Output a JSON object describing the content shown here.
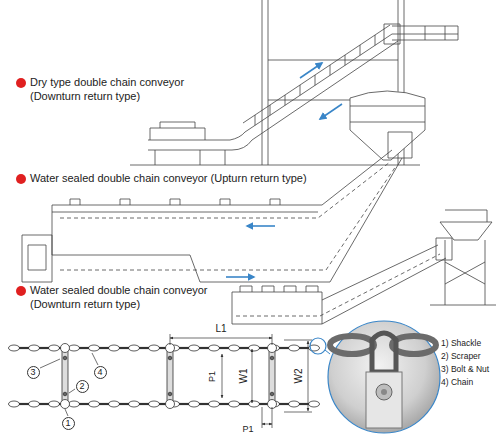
{
  "diagram": {
    "nodes": [
      {
        "text": [
          "3"
        ]
      },
      {
        "text": [
          "4"
        ]
      },
      {
        "text": [
          "2"
        ]
      },
      {
        "text": [
          "1"
        ]
      }
    ],
    "labels": [
      "Dry type double chain conveyor",
      "(Downturn return type)",
      "Water sealed double chain conveyor (Upturn return type)",
      "Water sealed double chain conveyor",
      "(Downturn return type)",
      "L1",
      "P1",
      "W1",
      "W2",
      "P1",
      "1) Shackle",
      "2) Scraper",
      "3) Bolt & Nut",
      "4) Chain"
    ]
  }
}
